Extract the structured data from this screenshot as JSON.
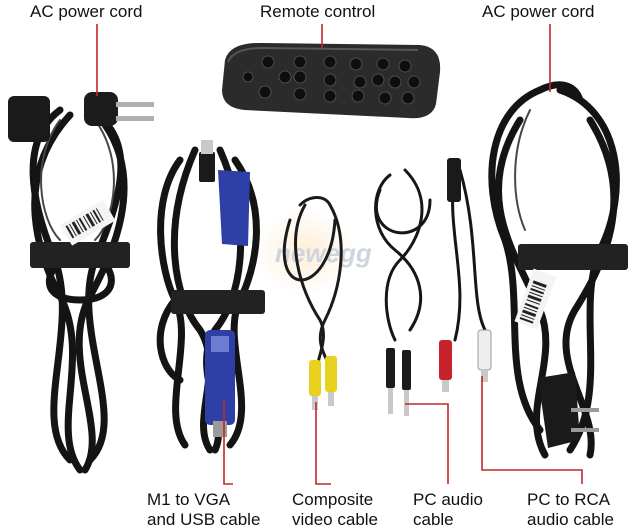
{
  "colors": {
    "cable": "#141414",
    "cable_highlight": "#5a5a5a",
    "leader_line": "#c0282d",
    "vga_blue": "#2e40a8",
    "rca_yellow": "#e8d21f",
    "rca_red": "#c8232a",
    "rca_white": "#eeeeee",
    "velcro": "#222222",
    "label_tag": "#f4f4f4",
    "watermark": "#f3c88a"
  },
  "labels": {
    "ac_cord_left": "AC power cord",
    "remote": "Remote control",
    "ac_cord_right": "AC power cord",
    "m1_vga_line1": "M1 to VGA",
    "m1_vga_line2": "and USB cable",
    "composite_line1": "Composite",
    "composite_line2": "video cable",
    "pc_audio_line1": "PC audio",
    "pc_audio_line2": "cable",
    "pc_rca_line1": "PC to RCA",
    "pc_rca_line2": "audio cable"
  },
  "watermark_text": "newegg",
  "icons": [
    "remote-control",
    "power-plug",
    "vga-connector",
    "usb-connector",
    "rca-plug",
    "audio-jack"
  ]
}
